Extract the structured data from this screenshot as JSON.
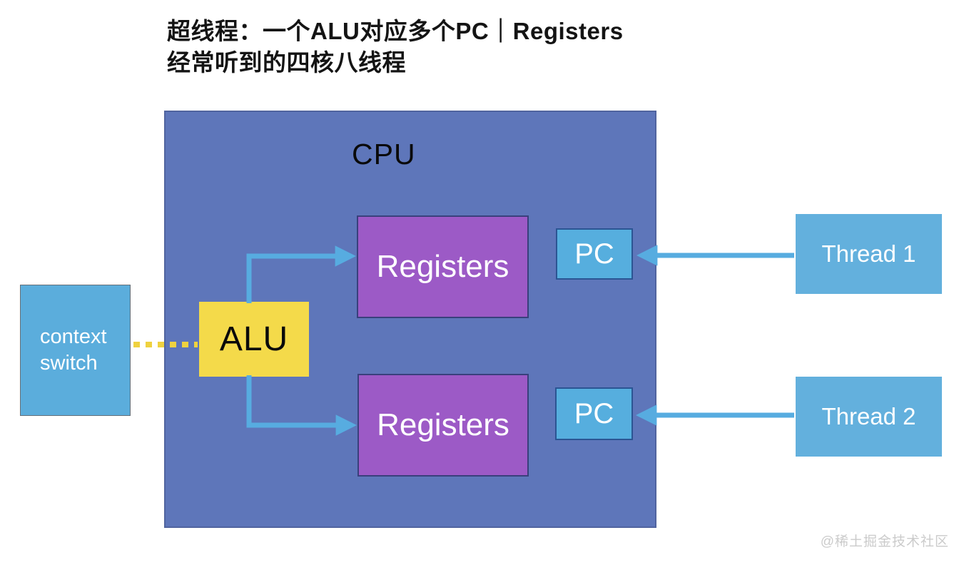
{
  "title": {
    "line1": "超线程：一个ALU对应多个PC｜Registers",
    "line2": "经常听到的四核八线程"
  },
  "cpu": {
    "label": "CPU"
  },
  "boxes": {
    "alu": "ALU",
    "registers_top": "Registers",
    "registers_bottom": "Registers",
    "pc_top": "PC",
    "pc_bottom": "PC",
    "context_switch": "context switch",
    "thread_1": "Thread 1",
    "thread_2": "Thread 2"
  },
  "watermark": "@稀土掘金技术社区",
  "colors": {
    "cpu_fill": "#5e76ba",
    "registers_fill": "#9c5ac6",
    "pc_fill": "#56aede",
    "thread_fill": "#63b0dd",
    "context_switch_fill": "#5baddc",
    "alu_fill": "#f4da4a",
    "arrow_blue": "#57ace0",
    "dotted_yellow": "#efd240"
  }
}
